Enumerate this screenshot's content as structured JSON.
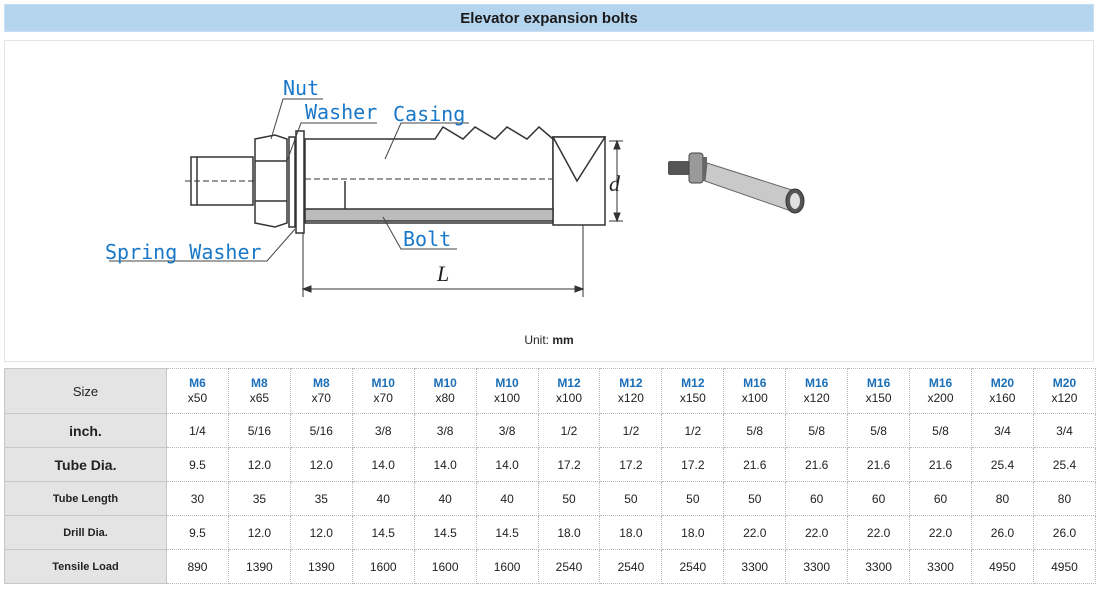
{
  "title": "Elevator expansion bolts",
  "diagram": {
    "labels": {
      "nut": "Nut",
      "washer": "Washer",
      "casing": "Casing",
      "spring_washer": "Spring Washer",
      "bolt": "Bolt",
      "length": "L",
      "diameter": "d"
    },
    "unit_label": "Unit:",
    "unit_value": "mm"
  },
  "table": {
    "row_headers": {
      "size": "Size",
      "inch": "inch.",
      "tube_dia": "Tube Dia.",
      "tube_length": "Tube Length",
      "drill_dia": "Drill Dia.",
      "tensile_load": "Tensile Load"
    },
    "columns": [
      {
        "m": "M6",
        "x": "x50",
        "inch": "1/4",
        "tube_dia": "9.5",
        "tube_length": "30",
        "drill_dia": "9.5",
        "tensile": "890"
      },
      {
        "m": "M8",
        "x": "x65",
        "inch": "5/16",
        "tube_dia": "12.0",
        "tube_length": "35",
        "drill_dia": "12.0",
        "tensile": "1390"
      },
      {
        "m": "M8",
        "x": "x70",
        "inch": "5/16",
        "tube_dia": "12.0",
        "tube_length": "35",
        "drill_dia": "12.0",
        "tensile": "1390"
      },
      {
        "m": "M10",
        "x": "x70",
        "inch": "3/8",
        "tube_dia": "14.0",
        "tube_length": "40",
        "drill_dia": "14.5",
        "tensile": "1600"
      },
      {
        "m": "M10",
        "x": "x80",
        "inch": "3/8",
        "tube_dia": "14.0",
        "tube_length": "40",
        "drill_dia": "14.5",
        "tensile": "1600"
      },
      {
        "m": "M10",
        "x": "x100",
        "inch": "3/8",
        "tube_dia": "14.0",
        "tube_length": "40",
        "drill_dia": "14.5",
        "tensile": "1600"
      },
      {
        "m": "M12",
        "x": "x100",
        "inch": "1/2",
        "tube_dia": "17.2",
        "tube_length": "50",
        "drill_dia": "18.0",
        "tensile": "2540"
      },
      {
        "m": "M12",
        "x": "x120",
        "inch": "1/2",
        "tube_dia": "17.2",
        "tube_length": "50",
        "drill_dia": "18.0",
        "tensile": "2540"
      },
      {
        "m": "M12",
        "x": "x150",
        "inch": "1/2",
        "tube_dia": "17.2",
        "tube_length": "50",
        "drill_dia": "18.0",
        "tensile": "2540"
      },
      {
        "m": "M16",
        "x": "x100",
        "inch": "5/8",
        "tube_dia": "21.6",
        "tube_length": "50",
        "drill_dia": "22.0",
        "tensile": "3300"
      },
      {
        "m": "M16",
        "x": "x120",
        "inch": "5/8",
        "tube_dia": "21.6",
        "tube_length": "60",
        "drill_dia": "22.0",
        "tensile": "3300"
      },
      {
        "m": "M16",
        "x": "x150",
        "inch": "5/8",
        "tube_dia": "21.6",
        "tube_length": "60",
        "drill_dia": "22.0",
        "tensile": "3300"
      },
      {
        "m": "M16",
        "x": "x200",
        "inch": "5/8",
        "tube_dia": "21.6",
        "tube_length": "60",
        "drill_dia": "22.0",
        "tensile": "3300"
      },
      {
        "m": "M20",
        "x": "x160",
        "inch": "3/4",
        "tube_dia": "25.4",
        "tube_length": "80",
        "drill_dia": "26.0",
        "tensile": "4950"
      },
      {
        "m": "M20",
        "x": "x120",
        "inch": "3/4",
        "tube_dia": "25.4",
        "tube_length": "80",
        "drill_dia": "26.0",
        "tensile": "4950"
      }
    ]
  },
  "colors": {
    "title_bar": "#b5d4ee",
    "label_blue": "#1a78c8",
    "size_blue": "#1a6fb8",
    "header_gray": "#e4e4e4"
  }
}
